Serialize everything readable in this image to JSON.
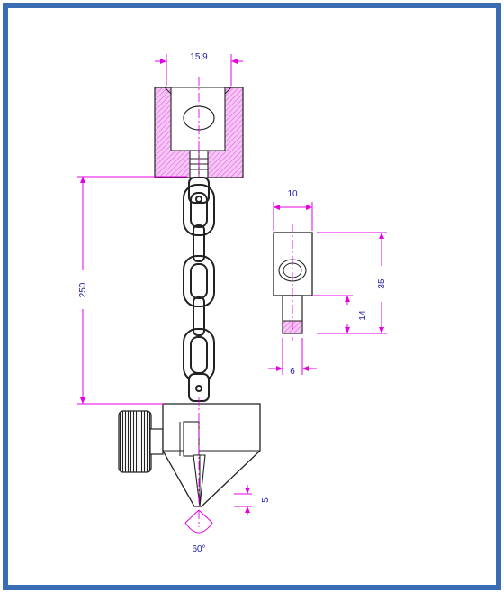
{
  "colors": {
    "border": "#3a6cb4",
    "dimension": "#e600e6",
    "dimension_text": "#1a1aa8",
    "outline": "#222222",
    "hatch": "#ef7fef"
  },
  "dimensions": {
    "top_width": "15.9",
    "chain_length": "250",
    "angle": "60°",
    "tip_height": "5",
    "side_width": "10",
    "side_height": "35",
    "side_lower": "14",
    "side_bottom": "6"
  }
}
